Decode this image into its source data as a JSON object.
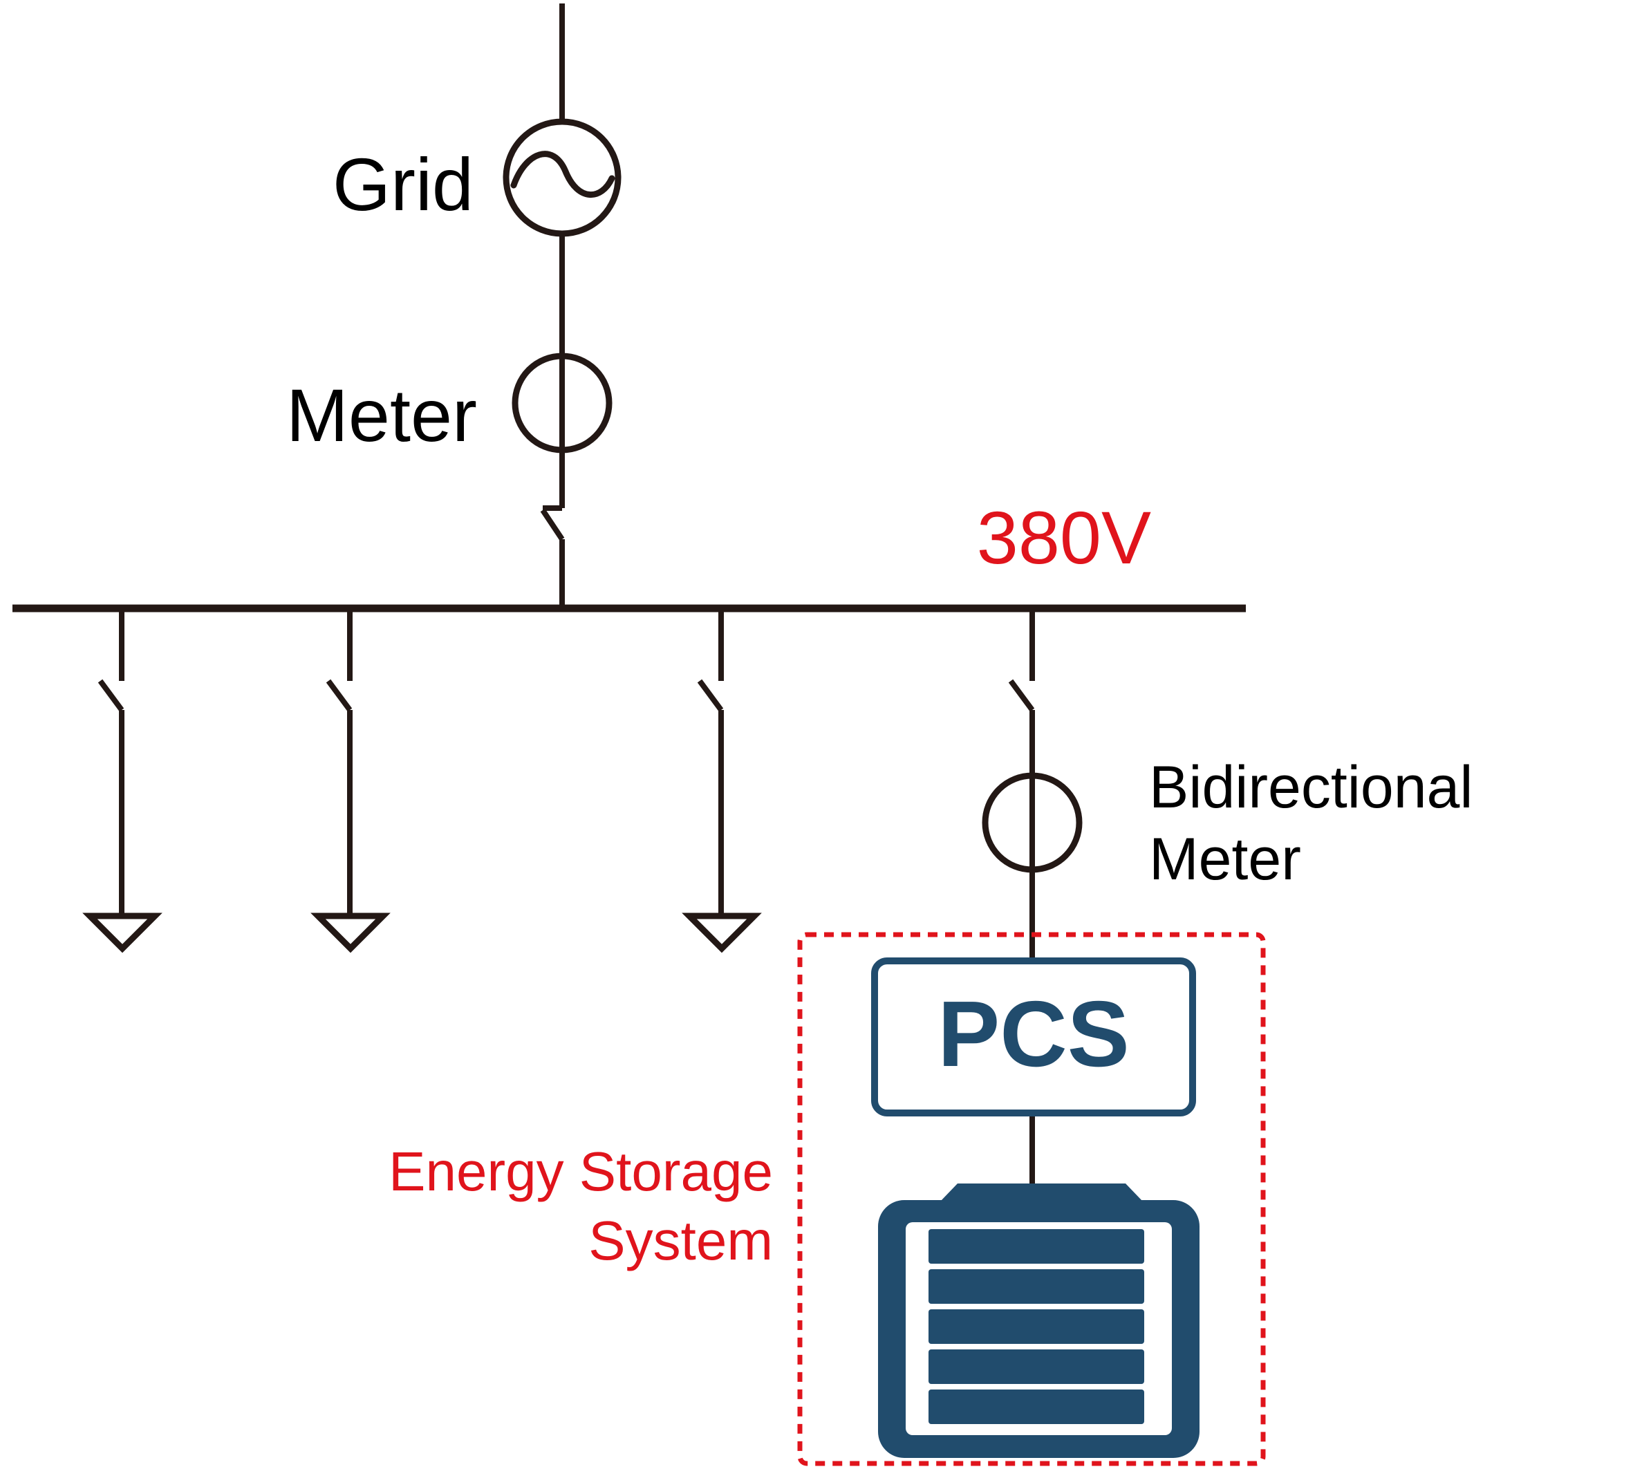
{
  "labels": {
    "grid": "Grid",
    "meter": "Meter",
    "voltage": "380V",
    "bidirectional_meter_line1": "Bidirectional",
    "bidirectional_meter_line2": "Meter",
    "pcs": "PCS",
    "ess_line1": "Energy Storage",
    "ess_line2": "System"
  },
  "colors": {
    "line": "#231815",
    "text": "#000000",
    "highlight_red": "#e0141c",
    "equipment_blue": "#214c6d"
  },
  "icons": {
    "grid_source": "ac-source-icon",
    "meter": "meter-icon",
    "switch": "disconnect-switch-icon",
    "load": "load-triangle-icon",
    "battery": "battery-rack-icon"
  }
}
